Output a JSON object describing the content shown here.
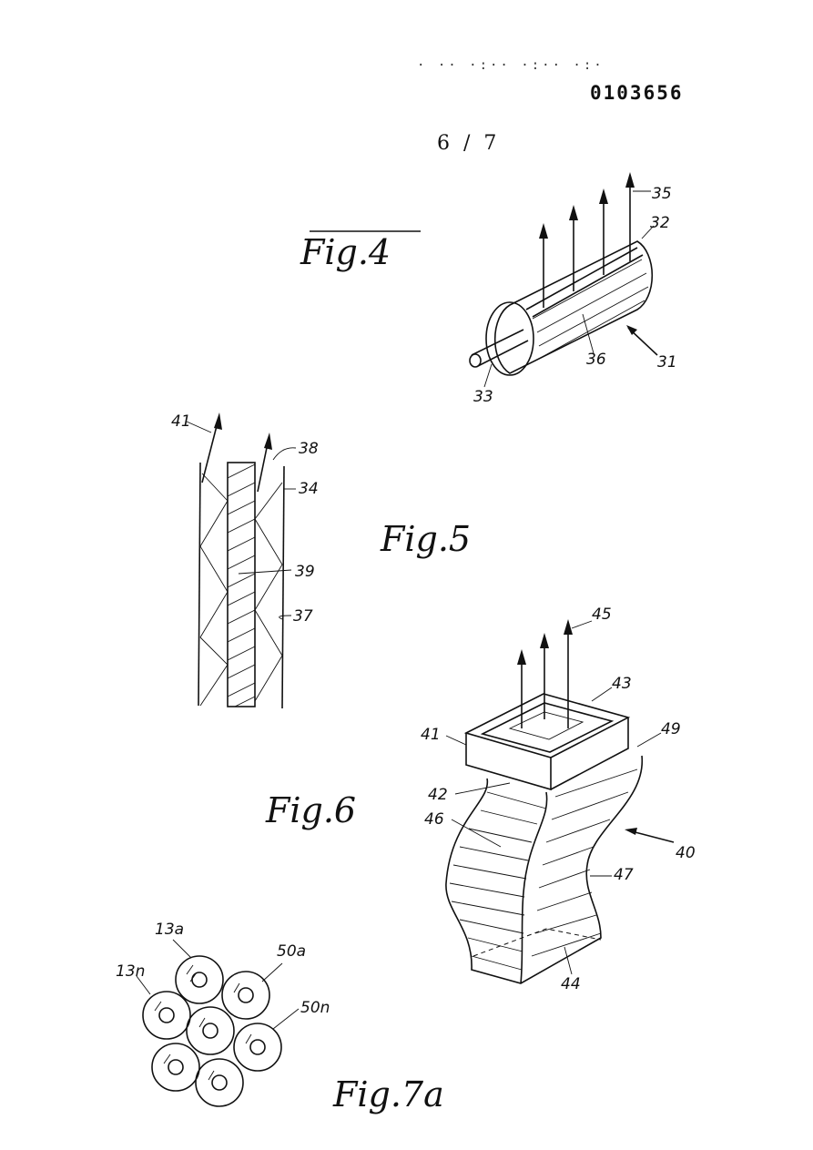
{
  "header": {
    "publication_number": "0103656",
    "sheet": "6 / 7",
    "dotted_heading": "· ·· ·:·· ·:·· ·:·"
  },
  "figures": {
    "fig4": {
      "caption": "Fig.4",
      "labels": [
        "35",
        "32",
        "36",
        "31",
        "33"
      ]
    },
    "fig5": {
      "caption": "Fig.5",
      "labels": [
        "41",
        "38",
        "34",
        "39",
        "37"
      ]
    },
    "fig6": {
      "caption": "Fig.6",
      "labels": [
        "45",
        "43",
        "41",
        "49",
        "42",
        "46",
        "40",
        "47",
        "44"
      ]
    },
    "fig7a": {
      "caption": "Fig.7a",
      "labels": [
        "13a",
        "50a",
        "13n",
        "50n"
      ]
    }
  }
}
